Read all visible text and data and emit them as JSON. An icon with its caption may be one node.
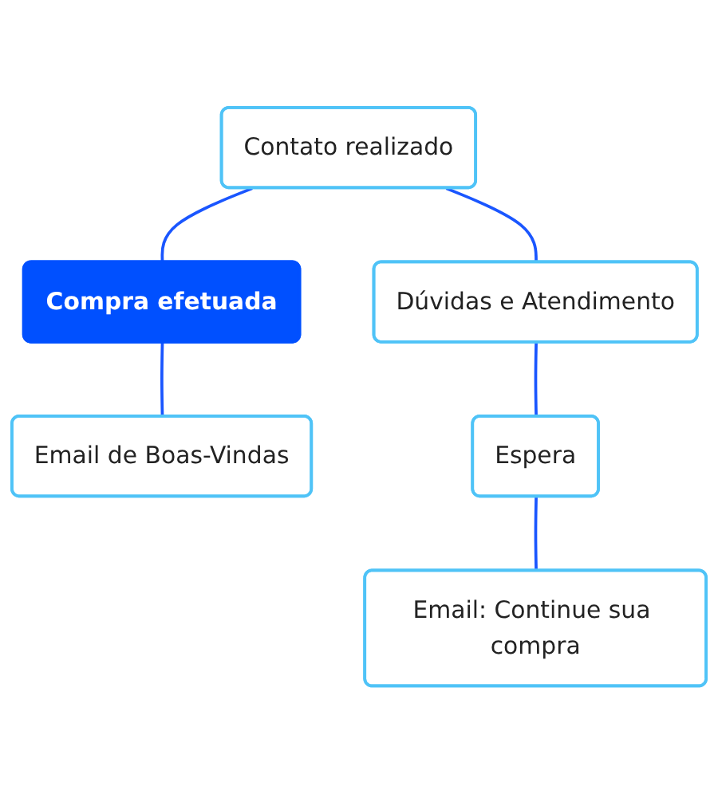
{
  "diagram": {
    "nodes": [
      {
        "text": [
          "Contato realizado"
        ]
      },
      {
        "text": [
          "Compra efetuada"
        ]
      },
      {
        "text": [
          "Dúvidas e Atendimento"
        ]
      },
      {
        "text": [
          "Email de Boas-Vindas"
        ]
      },
      {
        "text": [
          "Espera"
        ]
      },
      {
        "text": [
          "Email: Continue sua compra"
        ]
      }
    ],
    "edges": [
      {
        "from": 0,
        "to": 1,
        "arrow": "none"
      },
      {
        "from": 0,
        "to": 2,
        "arrow": "none"
      },
      {
        "from": 1,
        "to": 3,
        "arrow": "none"
      },
      {
        "from": 2,
        "to": 4,
        "arrow": "none"
      },
      {
        "from": 4,
        "to": 5,
        "arrow": "none"
      }
    ]
  }
}
